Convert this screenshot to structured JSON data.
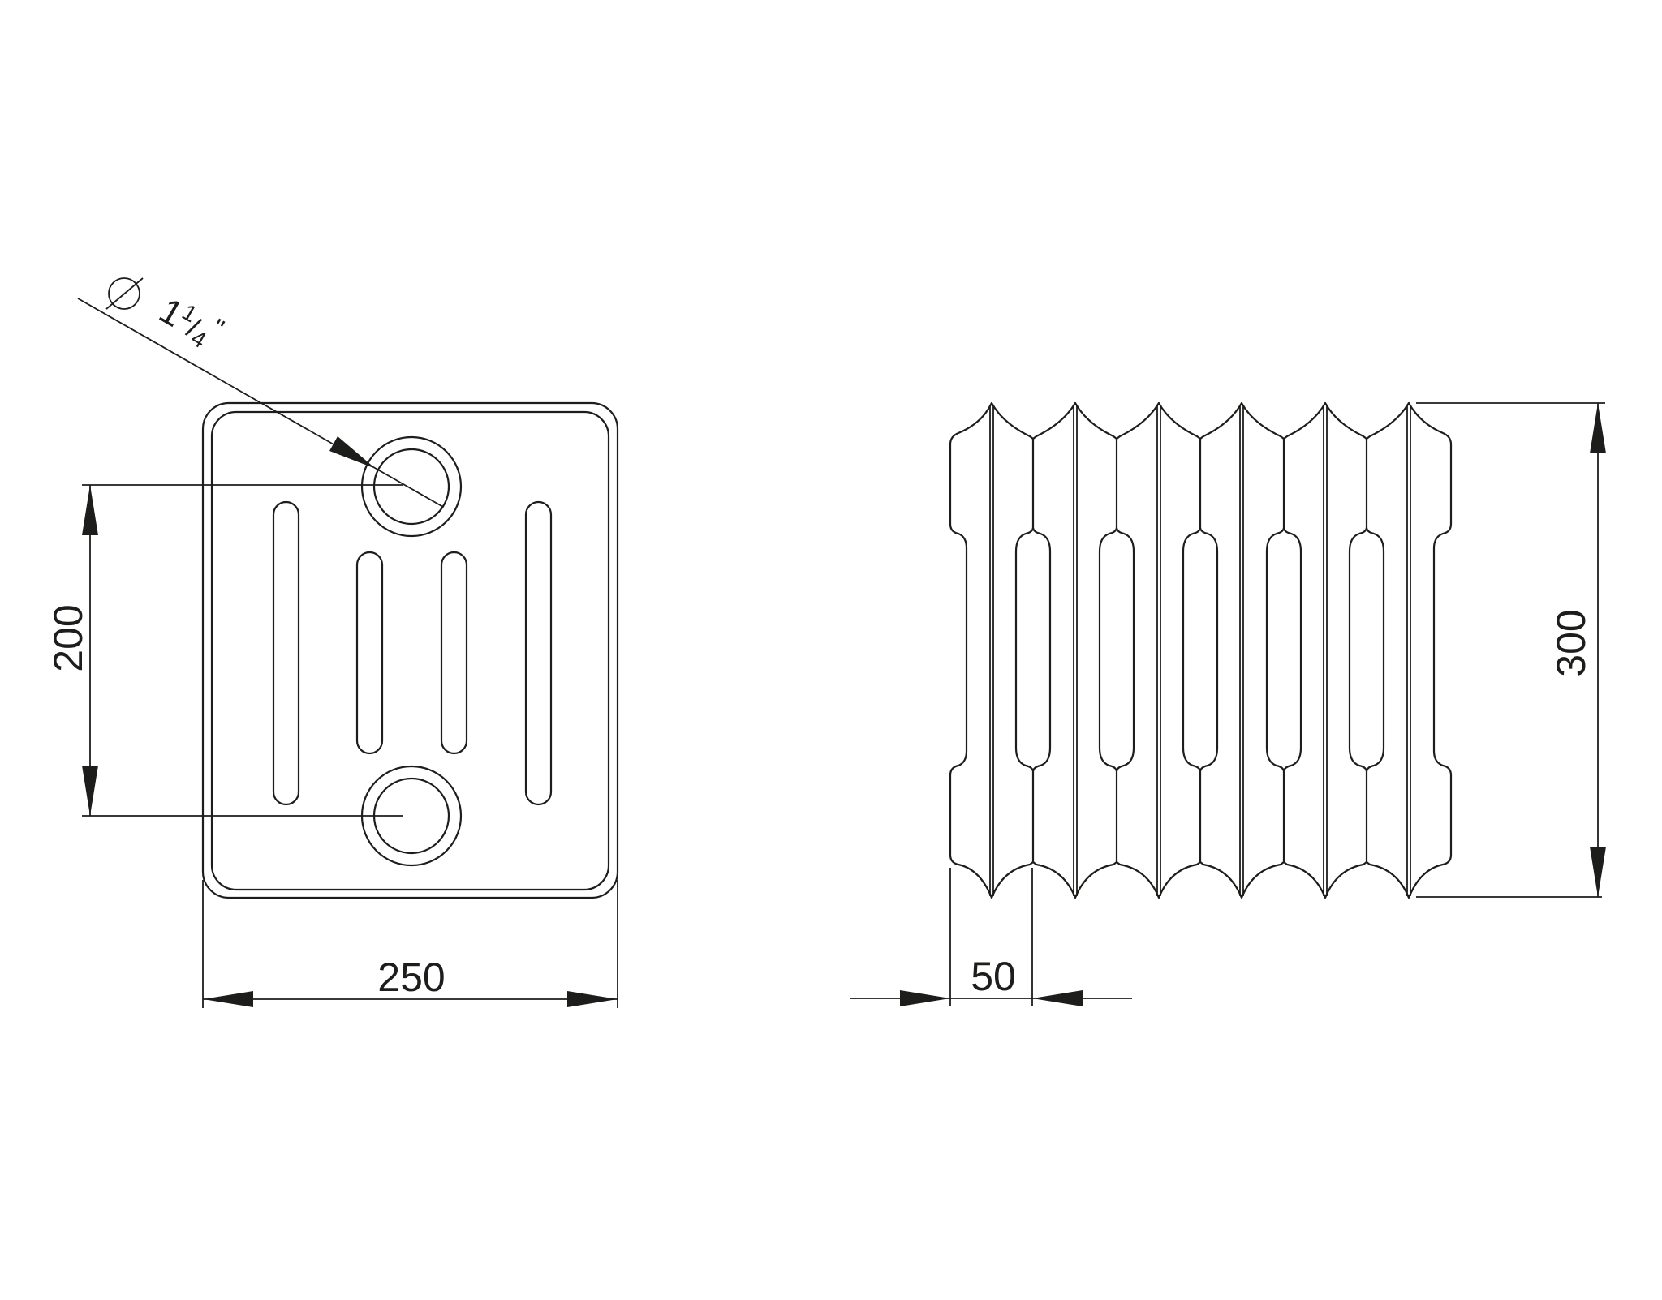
{
  "drawing": {
    "type": "technical-drawing",
    "subject": "cast iron column radiator section",
    "line_color": "#1d1d1b",
    "background": "#ffffff"
  },
  "front_view": {
    "connection_diameter_symbol": "⌀",
    "connection_diameter": "1¼\"",
    "connection_diameter_whole": "1",
    "connection_diameter_fraction_num": "1",
    "connection_diameter_fraction_den": "4",
    "connection_diameter_unit": "\"",
    "center_distance": "200",
    "width": "250",
    "slots": 4,
    "connections": 2
  },
  "side_view": {
    "section_width": "50",
    "height": "300",
    "sections": 6
  }
}
